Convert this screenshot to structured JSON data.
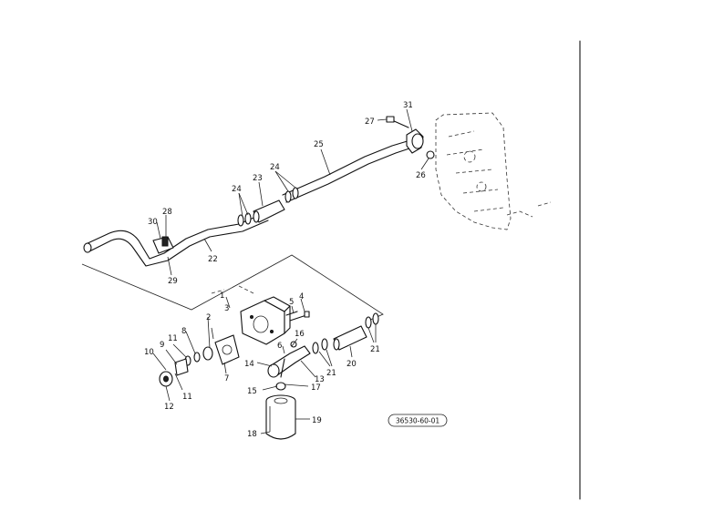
{
  "callouts": [
    "1",
    "2",
    "3",
    "4",
    "5",
    "6",
    "7",
    "8",
    "9",
    "10",
    "11",
    "11",
    "12",
    "13",
    "14",
    "15",
    "16",
    "17",
    "18",
    "19",
    "20",
    "21",
    "21",
    "22",
    "23",
    "24",
    "24",
    "25",
    "26",
    "27",
    "28",
    "29",
    "30",
    "31"
  ],
  "drawing_code": "36530-60-01"
}
